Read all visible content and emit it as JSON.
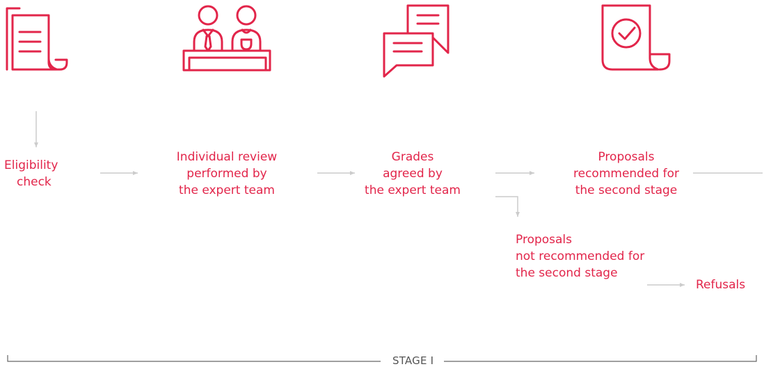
{
  "colors": {
    "accent": "#e2254a",
    "connector": "#cccccc",
    "bracket": "#666666"
  },
  "icons": [
    "documents-icon",
    "expert-team-icon",
    "chat-bubbles-icon",
    "approved-document-icon"
  ],
  "steps": {
    "eligibility": [
      "Eligibility",
      "check"
    ],
    "review": [
      "Individual review",
      "performed by",
      "the expert team"
    ],
    "grades": [
      "Grades",
      "agreed by",
      "the expert team"
    ],
    "recommended": [
      "Proposals",
      "recommended for",
      "the second stage"
    ],
    "not_recommended": [
      "Proposals",
      "not recommended for",
      "the second stage"
    ],
    "refusals": [
      "Refusals"
    ]
  },
  "stage": {
    "label": "STAGE I"
  }
}
